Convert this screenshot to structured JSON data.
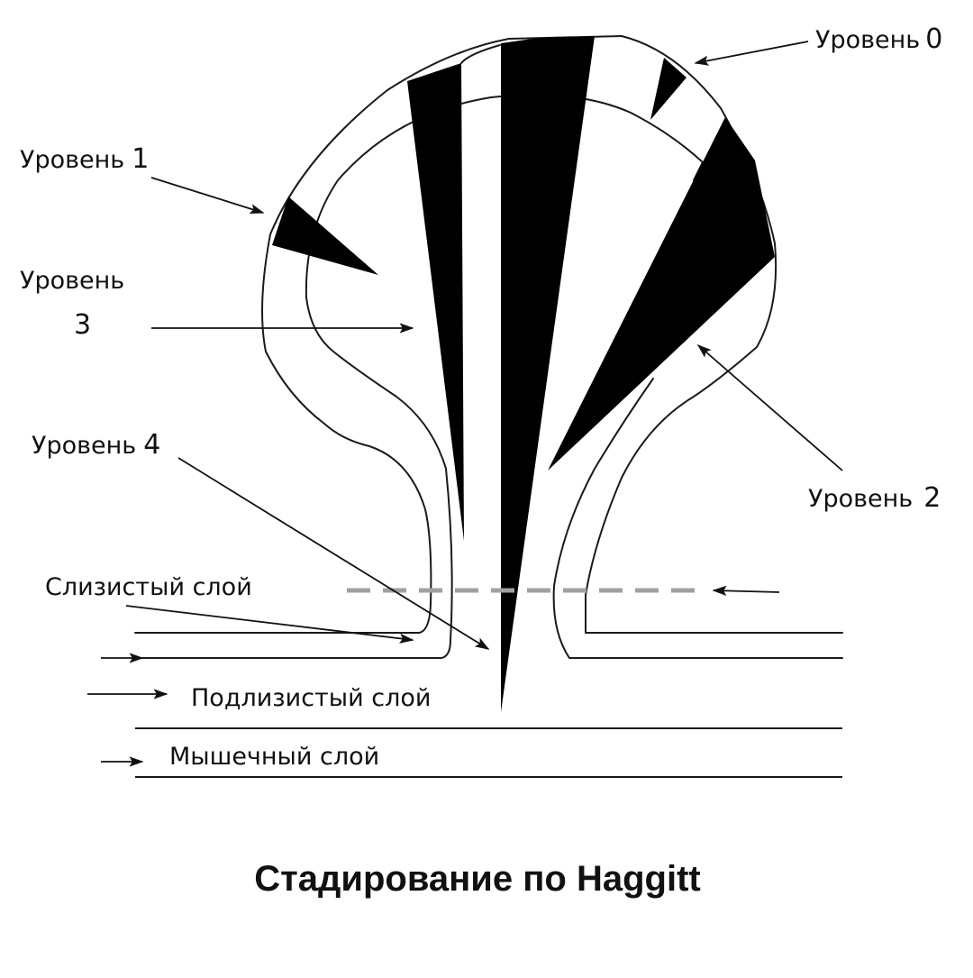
{
  "title": "Стадирование по Haggitt",
  "levels": {
    "level0": {
      "word": "Уровень",
      "number": "0"
    },
    "level1": {
      "word": "Уровень",
      "number": "1"
    },
    "level2": {
      "word": "Уровень",
      "number": "2"
    },
    "level3": {
      "word": "Уровень",
      "number": "3"
    },
    "level4": {
      "word": "Уровень",
      "number": "4"
    }
  },
  "layers": {
    "mucosa": "Слизистый слой",
    "submucosa": "Подлизистый слой",
    "muscularis": "Мышечный слой"
  },
  "colors": {
    "ink": "#000000",
    "dashed_marker": "#a0a0a0",
    "background": "#ffffff"
  }
}
